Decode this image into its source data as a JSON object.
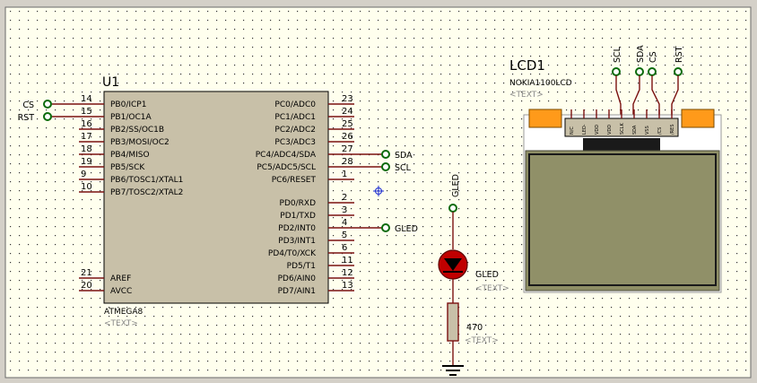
{
  "colors": {
    "sheet": "#ffffee",
    "grid_dot": "#333333",
    "chip_body": "#c8c0a8",
    "pin_wire": "#7a1010",
    "terminal": "#0a6a0a",
    "lcd_screen": "#8e8e65",
    "lcd_connector": "#ff9a1a",
    "led_body": "#c00000",
    "placeholder_text": "#8a8a8a"
  },
  "u1": {
    "ref": "U1",
    "part": "ATMEGA8",
    "text_placeholder": "<TEXT>",
    "left_pins": [
      {
        "num": "14",
        "name": "PB0/ICP1"
      },
      {
        "num": "15",
        "name": "PB1/OC1A"
      },
      {
        "num": "16",
        "name": "PB2/SS/OC1B"
      },
      {
        "num": "17",
        "name": "PB3/MOSI/OC2"
      },
      {
        "num": "18",
        "name": "PB4/MISO"
      },
      {
        "num": "19",
        "name": "PB5/SCK"
      },
      {
        "num": "9",
        "name": "PB6/TOSC1/XTAL1"
      },
      {
        "num": "10",
        "name": "PB7/TOSC2/XTAL2"
      },
      {
        "num": "21",
        "name": "AREF"
      },
      {
        "num": "20",
        "name": "AVCC"
      }
    ],
    "right_pins": [
      {
        "num": "23",
        "name": "PC0/ADC0"
      },
      {
        "num": "24",
        "name": "PC1/ADC1"
      },
      {
        "num": "25",
        "name": "PC2/ADC2"
      },
      {
        "num": "26",
        "name": "PC3/ADC3"
      },
      {
        "num": "27",
        "name": "PC4/ADC4/SDA"
      },
      {
        "num": "28",
        "name": "PC5/ADC5/SCL"
      },
      {
        "num": "1",
        "name": "PC6/RESET"
      },
      {
        "num": "2",
        "name": "PD0/RXD"
      },
      {
        "num": "3",
        "name": "PD1/TXD"
      },
      {
        "num": "4",
        "name": "PD2/INT0"
      },
      {
        "num": "5",
        "name": "PD3/INT1"
      },
      {
        "num": "6",
        "name": "PD4/T0/XCK"
      },
      {
        "num": "11",
        "name": "PD5/T1"
      },
      {
        "num": "12",
        "name": "PD6/AIN0"
      },
      {
        "num": "13",
        "name": "PD7/AIN1"
      }
    ]
  },
  "nets": {
    "cs": "CS",
    "rst": "RST",
    "sda": "SDA",
    "scl": "SCL",
    "gled": "GLED"
  },
  "lcd1": {
    "ref": "LCD1",
    "part": "NOKIA1100LCD",
    "text_placeholder": "<TEXT>",
    "top_labels": [
      "SCL",
      "SDA",
      "CS",
      "RST"
    ],
    "pin_labels": [
      "N/C",
      "LED-",
      "VDD",
      "VDD",
      "SCLK",
      "SDA",
      "VSS",
      "/CS",
      "/RES"
    ]
  },
  "led": {
    "ref": "GLED",
    "net_label": "GLED",
    "text_placeholder": "<TEXT>"
  },
  "resistor": {
    "value": "470",
    "text_placeholder": "<TEXT>"
  }
}
